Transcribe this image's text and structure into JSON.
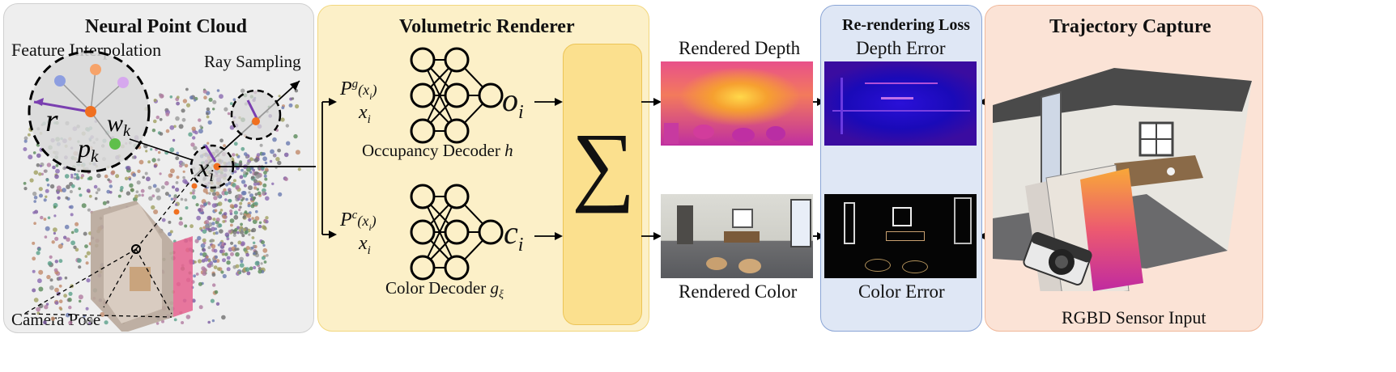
{
  "panels": {
    "point_cloud": {
      "title": "Neural Point Cloud",
      "feature_interpolation": "Feature Interpolation",
      "ray_sampling": "Ray Sampling",
      "camera_pose": "Camera Pose",
      "sym_r": "r",
      "sym_wk": "w",
      "sym_wk_sub": "k",
      "sym_pk": "p",
      "sym_pk_sub": "k",
      "sym_xi": "x",
      "sym_xi_sub": "i"
    },
    "renderer": {
      "title": "Volumetric Renderer",
      "pg_top": "P",
      "pg_sup": "g",
      "pg_arg": "(x",
      "pg_arg_sub": "i",
      "pg_arg_end": ")",
      "pg_bottom": "x",
      "pg_bottom_sub": "i",
      "pc_top": "P",
      "pc_sup": "c",
      "pc_arg": "(x",
      "pc_arg_sub": "i",
      "pc_arg_end": ")",
      "pc_bottom": "x",
      "pc_bottom_sub": "i",
      "occupancy_decoder": "Occupancy Decoder ",
      "occupancy_sym": "h",
      "color_decoder": "Color Decoder ",
      "color_sym": "g",
      "color_sym_sub": "ξ",
      "out_o": "o",
      "out_o_sub": "i",
      "out_c": "c",
      "out_c_sub": "i",
      "sum_symbol": "∑"
    },
    "outputs": {
      "rendered_depth": "Rendered Depth",
      "rendered_color": "Rendered Color"
    },
    "loss": {
      "title": "Re-rendering Loss",
      "depth_error": "Depth Error",
      "color_error": "Color Error"
    },
    "trajectory": {
      "title": "Trajectory Capture",
      "sensor_input": "RGBD Sensor Input"
    }
  },
  "colors": {
    "point_cloud_bg": "#eeeeee",
    "renderer_bg": "#fcf0c8",
    "renderer_border": "#f2d77e",
    "sum_box": "#fbe08e",
    "loss_bg": "#dfe7f5",
    "loss_border": "#8aa5d6",
    "trajectory_bg": "#fbe3d6",
    "trajectory_border": "#f0b89a",
    "interp_arrow": "#7a3fb0",
    "center_point": "#f07020"
  }
}
